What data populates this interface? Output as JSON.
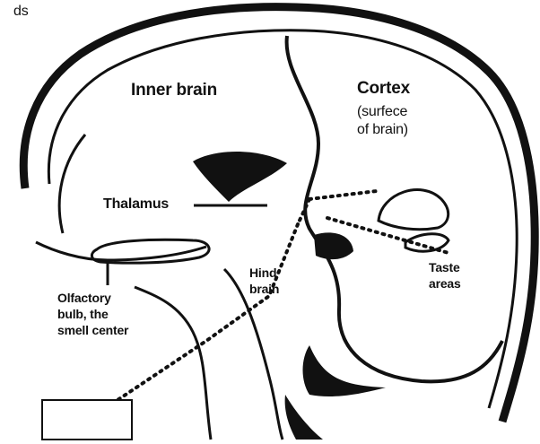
{
  "labels": {
    "corner_fragment": "ds",
    "inner_brain": "Inner brain",
    "cortex": "Cortex",
    "cortex_note_line1": "(surfece",
    "cortex_note_line2": "of brain)",
    "thalamus": "Thalamus",
    "hind_line1": "Hind",
    "hind_line2": "brain",
    "taste_line1": "Taste",
    "taste_line2": "areas",
    "olfactory_line1": "Olfactory",
    "olfactory_line2": "bulb, the",
    "olfactory_line3": "smell center"
  },
  "colors": {
    "ink": "#111111",
    "background": "#ffffff"
  }
}
